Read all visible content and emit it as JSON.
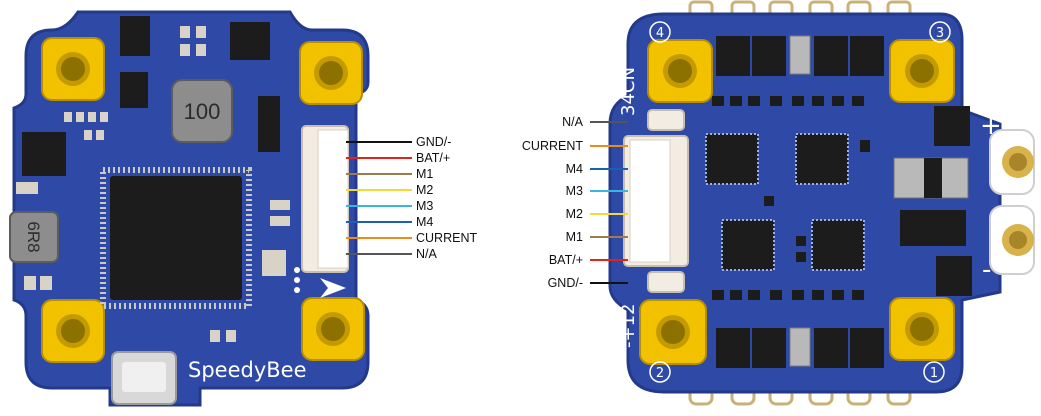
{
  "left_board": {
    "brand": "SpeedyBee",
    "inductor_main": "100",
    "inductor_side": "6R8",
    "pins": [
      {
        "label": "GND/-",
        "color": "#111111"
      },
      {
        "label": "BAT/+",
        "color": "#e2231a"
      },
      {
        "label": "M1",
        "color": "#9b7b4f"
      },
      {
        "label": "M2",
        "color": "#f0dc35"
      },
      {
        "label": "M3",
        "color": "#39b6e0"
      },
      {
        "label": "M4",
        "color": "#1f5fb0"
      },
      {
        "label": "CURRENT",
        "color": "#ee8a1c"
      },
      {
        "label": "N/A",
        "color": "#555555"
      }
    ]
  },
  "right_board": {
    "silk_top": "34CN",
    "silk_bottom": "-+12",
    "mark_plus": "+",
    "mark_minus": "-",
    "mount_numbers": [
      "4",
      "3",
      "2",
      "1"
    ],
    "pins": [
      {
        "label": "N/A",
        "color": "#555555"
      },
      {
        "label": "CURRENT",
        "color": "#ee8a1c"
      },
      {
        "label": "M4",
        "color": "#1f5fb0"
      },
      {
        "label": "M3",
        "color": "#39b6e0"
      },
      {
        "label": "M2",
        "color": "#f0dc35"
      },
      {
        "label": "M1",
        "color": "#9b7b4f"
      },
      {
        "label": "BAT/+",
        "color": "#e2231a"
      },
      {
        "label": "GND/-",
        "color": "#111111"
      }
    ]
  },
  "colors": {
    "pcb_blue": "#2f4aa6",
    "pcb_edge": "#23398a",
    "gold": "#f2c200",
    "gold_dark": "#b58f00",
    "chip": "#1c1c1c",
    "connector": "#f3ece2"
  }
}
